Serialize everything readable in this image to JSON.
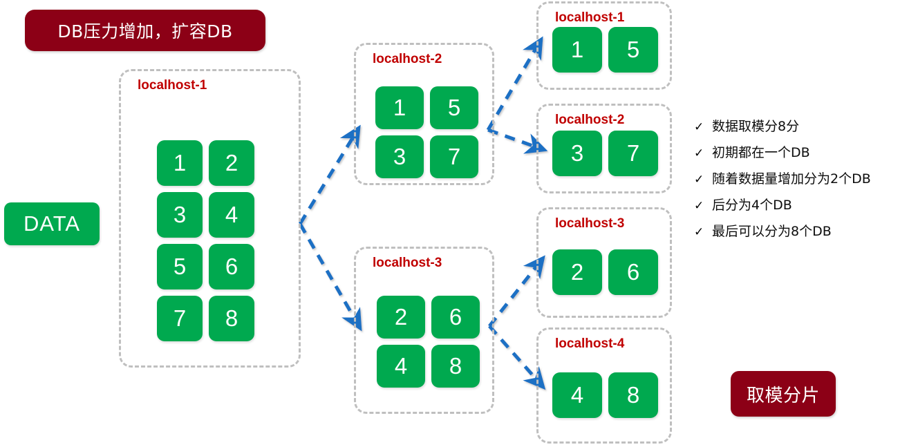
{
  "banner": {
    "title": "DB压力增加，扩容DB",
    "color": "#8C0016"
  },
  "badge": {
    "label": "取模分片",
    "color": "#8C0016"
  },
  "source": {
    "label": "DATA",
    "color": "#00A94F"
  },
  "colors": {
    "green": "#00A94F",
    "red": "#C00000",
    "dark_red": "#8C0016",
    "blue_arrow": "#1F6FC4",
    "dashed_border": "#BFBFBF"
  },
  "stages": {
    "source": {
      "hosts": [
        {
          "title": "localhost-1",
          "cells": [
            "1",
            "2",
            "3",
            "4",
            "5",
            "6",
            "7",
            "8"
          ]
        }
      ]
    },
    "split_two": {
      "hosts": [
        {
          "title": "localhost-2",
          "cells": [
            "1",
            "5",
            "3",
            "7"
          ]
        },
        {
          "title": "localhost-3",
          "cells": [
            "2",
            "6",
            "4",
            "8"
          ]
        }
      ]
    },
    "split_four": {
      "hosts": [
        {
          "title": "localhost-1",
          "cells": [
            "1",
            "5"
          ]
        },
        {
          "title": "localhost-2",
          "cells": [
            "3",
            "7"
          ]
        },
        {
          "title": "localhost-3",
          "cells": [
            "2",
            "6"
          ]
        },
        {
          "title": "localhost-4",
          "cells": [
            "4",
            "8"
          ]
        }
      ]
    }
  },
  "notes": {
    "check_glyph": "✓",
    "items": [
      "数据取模分8分",
      "初期都在一个DB",
      "随着数据量增加分为2个DB",
      "后分为4个DB",
      "最后可以分为8个DB"
    ]
  }
}
